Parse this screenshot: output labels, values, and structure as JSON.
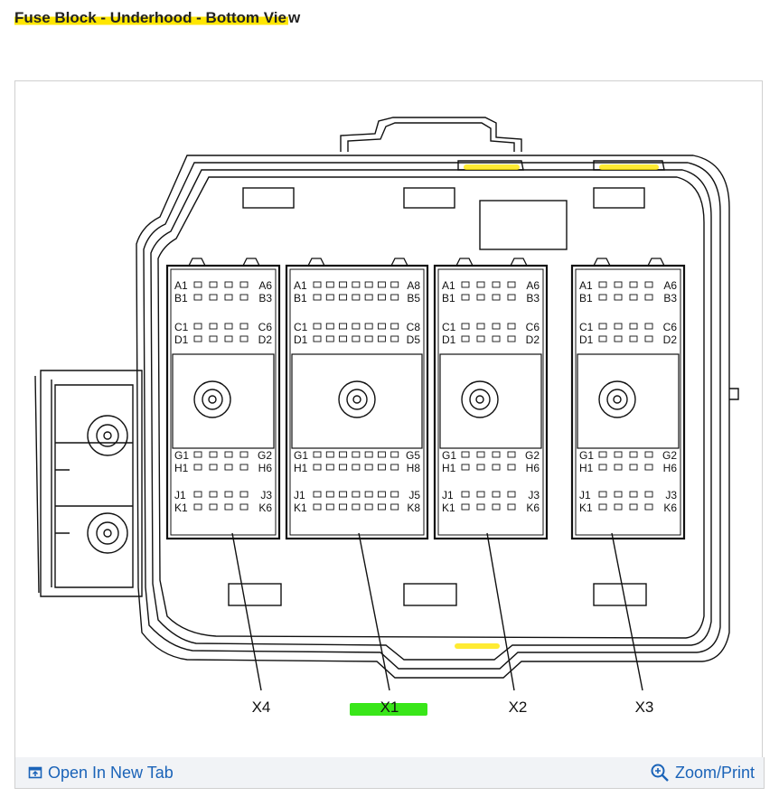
{
  "page": {
    "title_highlighted": "Fuse Block - Underhood - Bottom Vie",
    "title_rest": "w"
  },
  "diagram": {
    "connector_labels": [
      "X4",
      "X1",
      "X2",
      "X3"
    ],
    "highlighted_label": "X1",
    "connectors": {
      "x4": {
        "rows": [
          "A1",
          "A6",
          "B1",
          "B3",
          "C1",
          "C6",
          "D1",
          "D2",
          "G1",
          "G2",
          "H1",
          "H6",
          "J1",
          "J3",
          "K1",
          "K6"
        ]
      },
      "x1": {
        "rows": [
          "A1",
          "A8",
          "B1",
          "B5",
          "C1",
          "C8",
          "D1",
          "D5",
          "G1",
          "G5",
          "H1",
          "H8",
          "J1",
          "J5",
          "K1",
          "K8"
        ]
      },
      "x2": {
        "rows": [
          "A1",
          "A6",
          "B1",
          "B3",
          "C1",
          "C6",
          "D1",
          "D2",
          "G1",
          "G2",
          "H1",
          "H6",
          "J1",
          "J3",
          "K1",
          "K6"
        ]
      },
      "x3": {
        "rows": [
          "A1",
          "A6",
          "B1",
          "B3",
          "C1",
          "C6",
          "D1",
          "D2",
          "G1",
          "G2",
          "H1",
          "H6",
          "J1",
          "J3",
          "K1",
          "K6"
        ]
      }
    },
    "highlight_color": "#ffe600",
    "label_highlight_color": "#39e619"
  },
  "toolbar": {
    "open_label": "Open In New Tab",
    "zoom_label": "Zoom/Print",
    "open_icon": "open-new-tab-icon",
    "zoom_icon": "zoom-magnifier-icon",
    "link_color": "#1a63b8"
  }
}
